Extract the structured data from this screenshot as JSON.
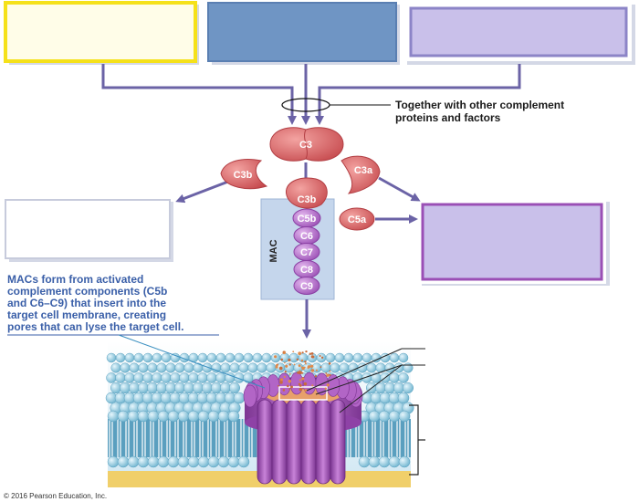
{
  "labels": {
    "c3": "C3",
    "c3b_left": "C3b",
    "c3a": "C3a",
    "c3b_mac": "C3b",
    "c5a": "C5a",
    "mac": "MAC",
    "mac_components": [
      "C5b",
      "C6",
      "C7",
      "C8",
      "C9"
    ]
  },
  "note": {
    "lines": [
      "Together with other complement",
      "proteins and factors"
    ]
  },
  "caption": {
    "lines": [
      "MACs form from activated",
      "complement components (C5b",
      "and C6–C9) that insert into the",
      "target cell membrane, creating",
      "pores that can lyse the target cell."
    ]
  },
  "copyright": "© 2016 Pearson Education, Inc.",
  "colors": {
    "box_yellow_border": "#f5e11a",
    "box_blue_fill": "#6f95c4",
    "box_lavender_fill": "#c9c0ea",
    "box_purple_border": "#9a4fb5",
    "arrow": "#6b63a6",
    "protein": "#dd6f70",
    "mac_bead": "#b86fc9",
    "pore": "#a45bb8"
  }
}
